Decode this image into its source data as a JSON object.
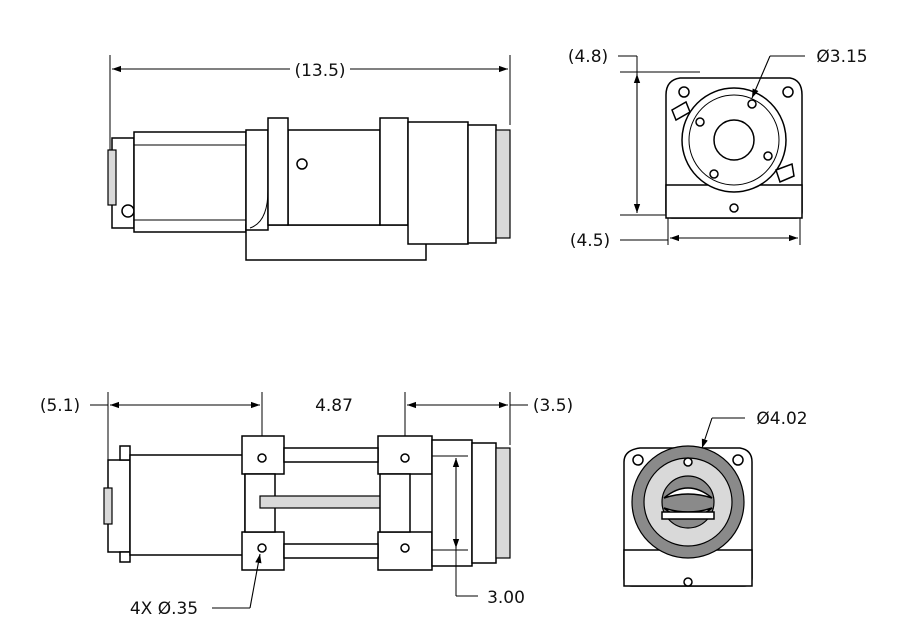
{
  "dimensions": {
    "overall_length": "(13.5)",
    "front_height": "(4.8)",
    "drum_diameter": "Ø3.15",
    "front_width": "(4.5)",
    "motor_length": "(5.1)",
    "mount_spacing": "4.87",
    "gearbox_length": "(3.5)",
    "mount_width": "3.00",
    "hole_callout": "4X  Ø.35",
    "rear_diameter": "Ø4.02"
  },
  "colors": {
    "line": "#000000",
    "shade": "#d9d9d9",
    "dark": "#8a8a8a"
  }
}
